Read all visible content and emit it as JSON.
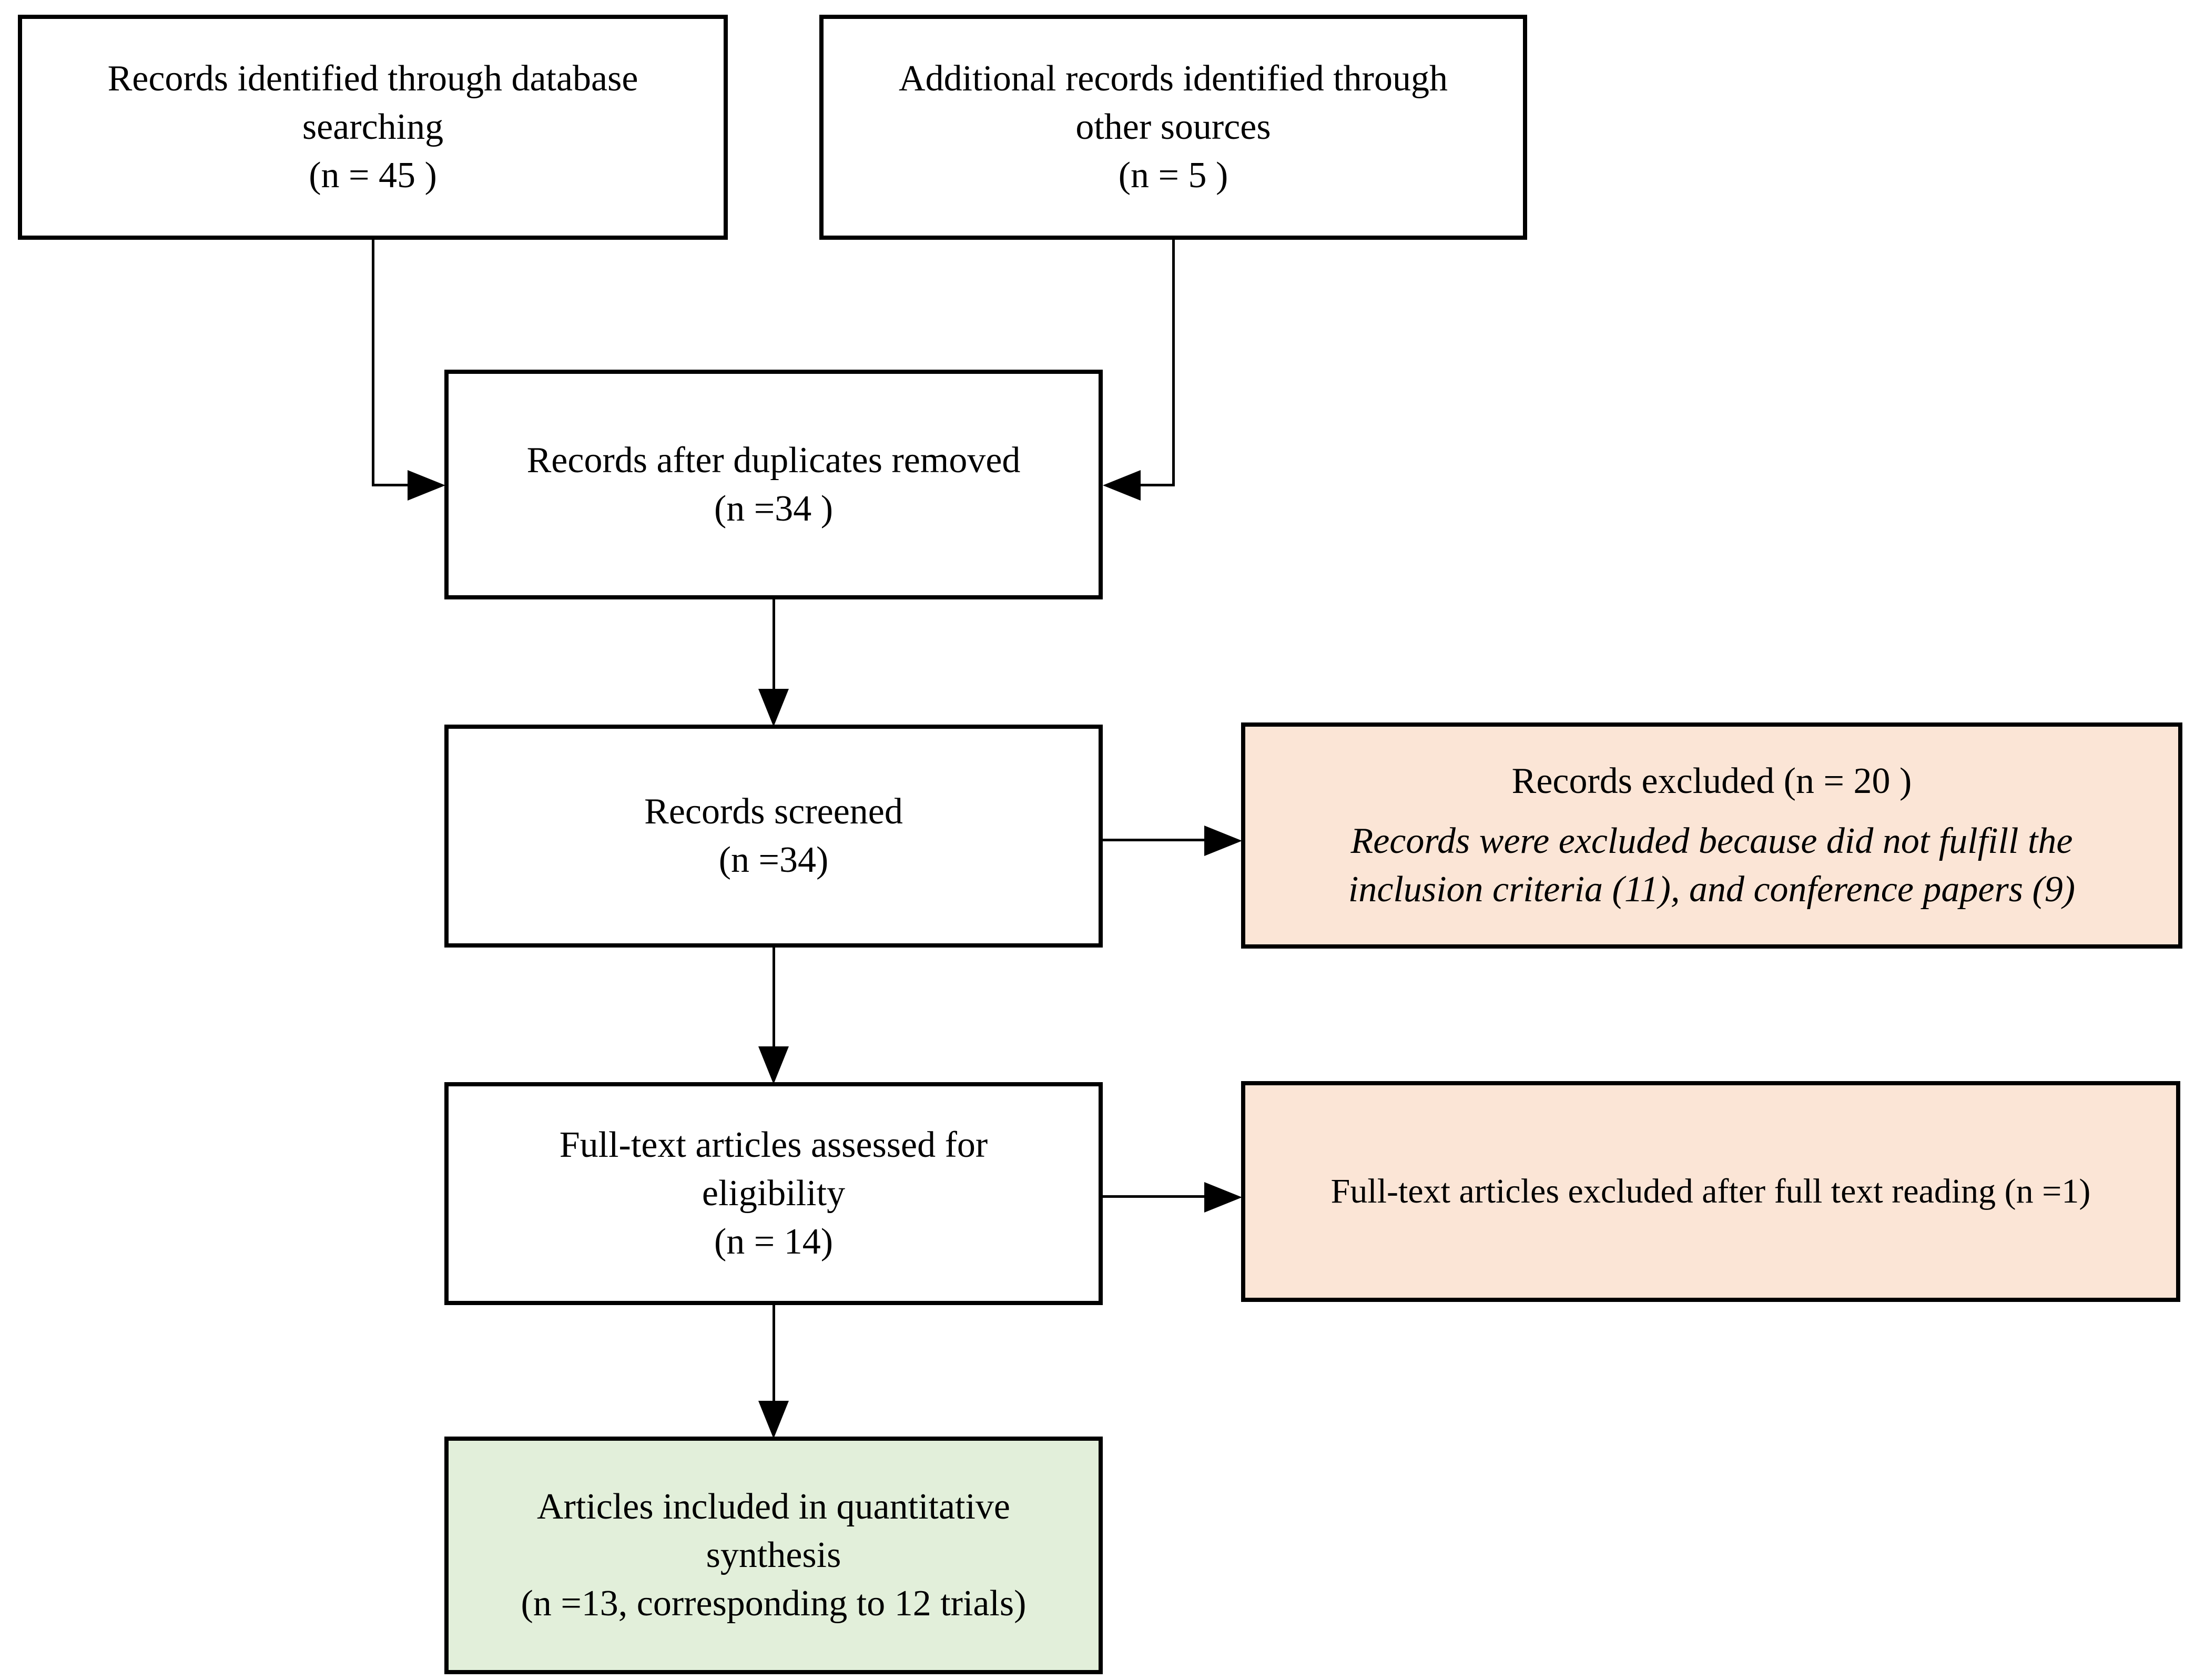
{
  "colors": {
    "border": "#000000",
    "line": "#000000",
    "box_fill": "#ffffff",
    "excluded_fill": "#fbe5d6",
    "included_fill": "#e2efda"
  },
  "diagram": {
    "identification": {
      "database_searching": "Records identified through database\nsearching\n(n = 45 )",
      "other_sources": "Additional records identified through\nother sources\n(n = 5 )"
    },
    "screening": {
      "after_duplicates": "Records after duplicates removed\n(n =34 )",
      "records_screened": "Records screened\n(n =34)",
      "records_excluded_title": "Records excluded (n = 20 )",
      "records_excluded_note": "Records were excluded because did not fulfill the\ninclusion criteria (11), and conference papers (9)"
    },
    "eligibility": {
      "fulltext_assessed": "Full-text articles assessed for\neligibility\n(n = 14)",
      "fulltext_excluded": "Full-text articles excluded after full text reading (n =1)"
    },
    "included": {
      "quantitative_synthesis": "Articles included in quantitative\nsynthesis\n(n =13, corresponding to 12 trials)"
    }
  }
}
